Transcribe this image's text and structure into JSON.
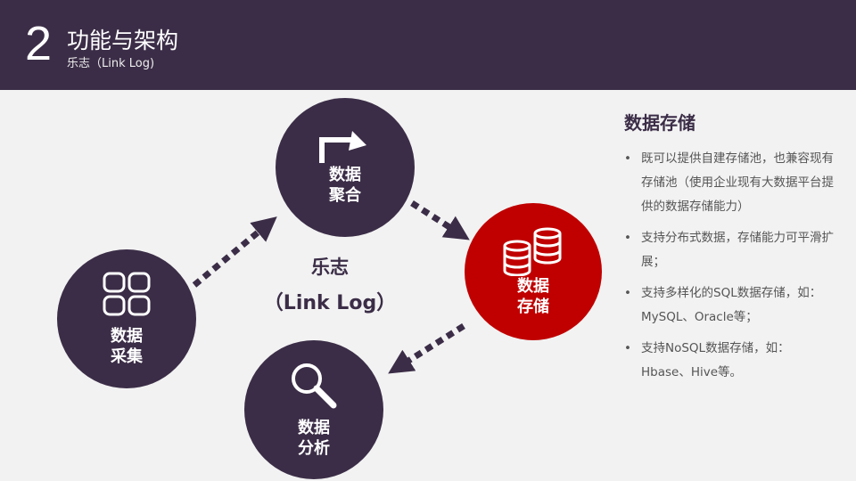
{
  "header": {
    "number": "2",
    "title": "功能与架构",
    "subtitle": "乐志（Link Log)"
  },
  "diagram": {
    "center_title": "乐志",
    "center_subtitle": "（Link Log）",
    "nodes": [
      {
        "line1": "数据",
        "line2": "聚合",
        "icon": "redo-arrow-icon"
      },
      {
        "line1": "数据",
        "line2": "存储",
        "icon": "database-icon",
        "color": "#c00000"
      },
      {
        "line1": "数据",
        "line2": "采集",
        "icon": "grid-icon"
      },
      {
        "line1": "数据",
        "line2": "分析",
        "icon": "magnifier-icon"
      }
    ]
  },
  "panel": {
    "heading": "数据存储",
    "bullets": [
      "既可以提供自建存储池，也兼容现有存储池（使用企业现有大数据平台提供的数据存储能力）",
      "支持分布式数据，存储能力可平滑扩展；",
      "支持多样化的SQL数据存储，如：MySQL、Oracle等；",
      "支持NoSQL数据存储，如：Hbase、Hive等。"
    ]
  },
  "colors": {
    "dark": "#3b2d47",
    "accent": "#c00000",
    "background": "#f2f2f2"
  }
}
